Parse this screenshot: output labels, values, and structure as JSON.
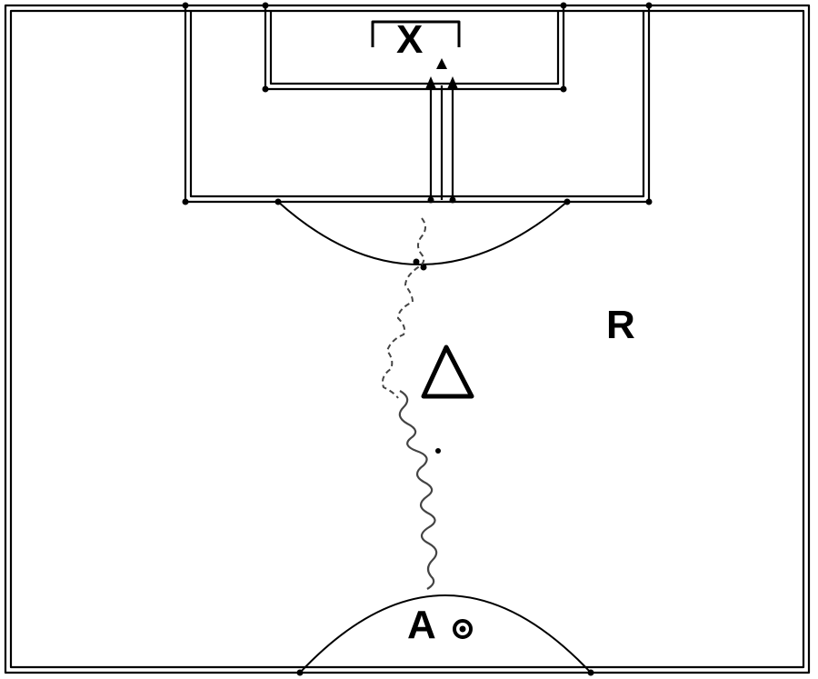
{
  "labels": {
    "goalkeeper": "X",
    "receiver": "R",
    "attacker": "A"
  },
  "markers": {
    "cone": "triangle-icon",
    "ball": "ball-icon"
  },
  "colors": {
    "line": "#000000",
    "dribble": "#444444",
    "background": "#ffffff"
  }
}
